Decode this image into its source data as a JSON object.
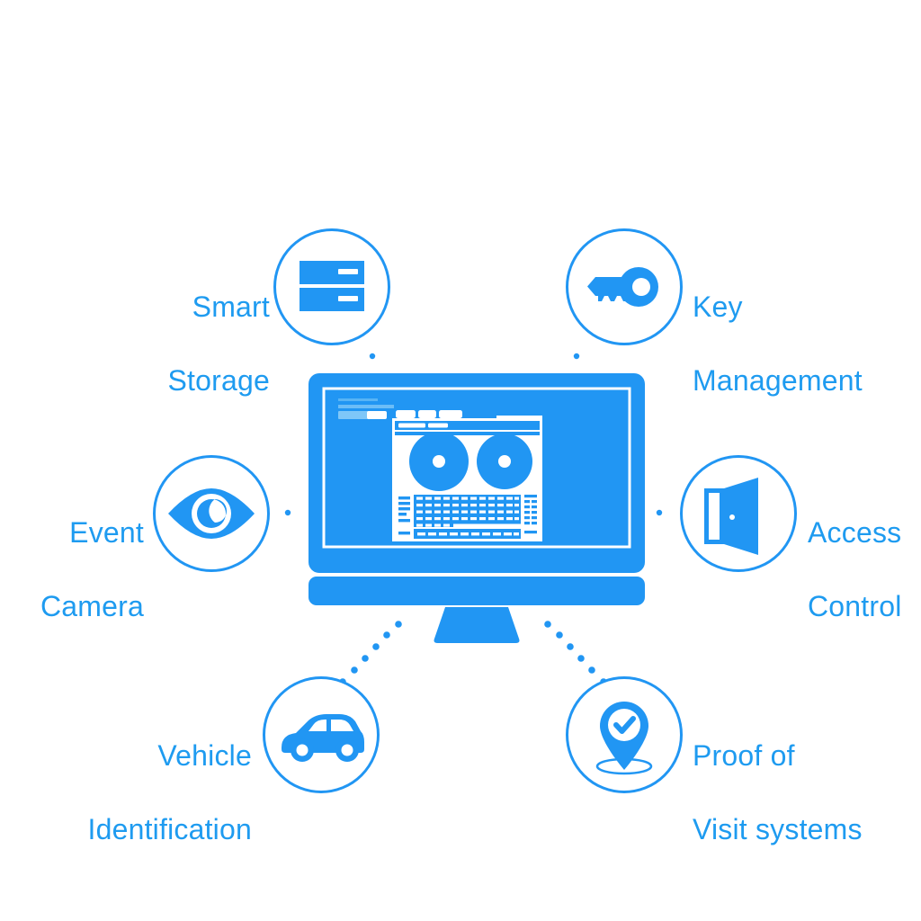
{
  "diagram": {
    "title": "Security Management Platform Feature Diagram",
    "center_node": {
      "name": "desktop-monitor",
      "icon": "monitor-icon",
      "screen_app": "security-management-dashboard"
    },
    "accent_color": "#2196F3",
    "text_color": "#1E9BF0",
    "background_color": "#FFFFFF",
    "features": [
      {
        "id": "smart-storage",
        "label": "Smart\nStorage",
        "label_line1": "Smart",
        "label_line2": "Storage",
        "icon": "storage-drawers-icon",
        "position": "top-left",
        "label_side": "left"
      },
      {
        "id": "key-management",
        "label": "Key\nManagement",
        "label_line1": "Key",
        "label_line2": "Management",
        "icon": "key-icon",
        "position": "top-right",
        "label_side": "right"
      },
      {
        "id": "event-camera",
        "label": "Event\nCamera",
        "label_line1": "Event",
        "label_line2": "Camera",
        "icon": "eye-icon",
        "position": "middle-left",
        "label_side": "left"
      },
      {
        "id": "access-control",
        "label": "Access\nControl",
        "label_line1": "Access",
        "label_line2": "Control",
        "icon": "open-door-icon",
        "position": "middle-right",
        "label_side": "right"
      },
      {
        "id": "vehicle-identification",
        "label": "Vehicle\nIdentification",
        "label_line1": "Vehicle",
        "label_line2": "Identification",
        "icon": "car-icon",
        "position": "bottom-left",
        "label_side": "left"
      },
      {
        "id": "proof-of-visit-systems",
        "label": "Proof of\nVisit systems",
        "label_line1": "Proof of",
        "label_line2": "Visit systems",
        "icon": "map-pin-check-icon",
        "position": "bottom-right",
        "label_side": "right"
      }
    ],
    "connectors": [
      {
        "from": "desktop-monitor",
        "to": "smart-storage",
        "style": "dotted"
      },
      {
        "from": "desktop-monitor",
        "to": "key-management",
        "style": "dotted"
      },
      {
        "from": "desktop-monitor",
        "to": "event-camera",
        "style": "dotted"
      },
      {
        "from": "desktop-monitor",
        "to": "access-control",
        "style": "dotted"
      },
      {
        "from": "desktop-monitor",
        "to": "vehicle-identification",
        "style": "dotted"
      },
      {
        "from": "desktop-monitor",
        "to": "proof-of-visit-systems",
        "style": "dotted"
      }
    ]
  }
}
